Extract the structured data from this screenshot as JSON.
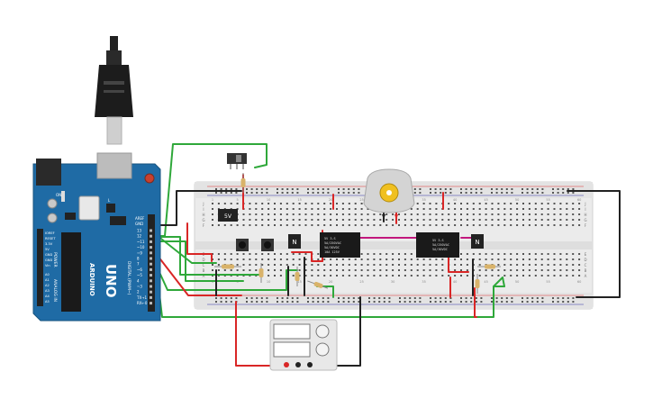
{
  "board": {
    "brand": "ARDUINO",
    "model": "UNO",
    "on_label": "ON",
    "reset_label": "RESET",
    "aref_label": "AREF",
    "gnd_label": "GND",
    "digital_label": "DIGITAL (PWM~)",
    "tx_label": "TX",
    "rx_label": "RX",
    "l_label": "L",
    "digital_pins": [
      "13",
      "12",
      "~11",
      "~10",
      "~9",
      "8",
      "7",
      "~6",
      "~5",
      "4",
      "~3",
      "2",
      "TX→1",
      "RX←0"
    ],
    "power_header": "POWER",
    "power_pins": [
      "IOREF",
      "RESET",
      "3.3V",
      "5V",
      "GND",
      "GND",
      "Vin"
    ],
    "analog_header": "ANALOG IN",
    "analog_pins": [
      "A0",
      "A1",
      "A2",
      "A3",
      "A4",
      "A5"
    ]
  },
  "regulator": {
    "label": "5V"
  },
  "transistors": [
    {
      "label": "N"
    },
    {
      "label": "N"
    }
  ],
  "relays": [
    {
      "lines": [
        "5V 3-S",
        "5A/250VAC",
        "5A/30VDC",
        "10A 125V"
      ]
    },
    {
      "lines": [
        "5V 3-S",
        "5A/250VAC",
        "5A/30VDC"
      ]
    }
  ],
  "breadboard": {
    "row_letters": [
      "J",
      "I",
      "H",
      "G",
      "F",
      "E",
      "D",
      "C",
      "B",
      "A"
    ],
    "column_numbers": [
      "1",
      "5",
      "10",
      "15",
      "20",
      "25",
      "30",
      "35",
      "40",
      "45",
      "50",
      "55",
      "60"
    ]
  },
  "colors": {
    "arduino_blue": "#1f6ba5",
    "wire_red": "#d92626",
    "wire_green": "#2fa83a",
    "wire_black": "#222222",
    "wire_magenta": "#c2187d",
    "breadboard": "#ececec"
  }
}
